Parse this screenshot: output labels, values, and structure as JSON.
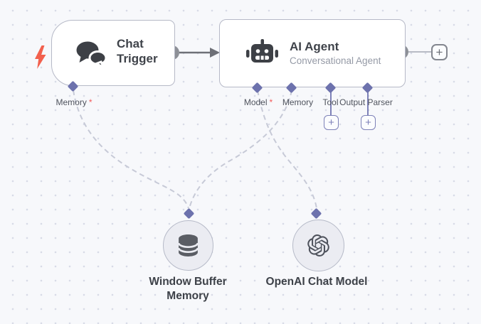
{
  "nodes": {
    "chat_trigger": {
      "title": "Chat Trigger"
    },
    "ai_agent": {
      "title": "AI Agent",
      "subtitle": "Conversational Agent"
    },
    "window_buffer_memory": {
      "title": "Window Buffer Memory"
    },
    "openai_chat_model": {
      "title": "OpenAI Chat Model"
    }
  },
  "ports": {
    "chat_trigger_memory": {
      "label": "Memory",
      "required_mark": "*"
    },
    "agent_model": {
      "label": "Model",
      "required_mark": "*"
    },
    "agent_memory": {
      "label": "Memory",
      "required_mark": ""
    },
    "agent_tool": {
      "label": "Tool",
      "required_mark": ""
    },
    "agent_output_parser": {
      "label": "Output Parser",
      "required_mark": ""
    }
  },
  "buttons": {
    "add_next_node": "+",
    "add_tool": "+",
    "add_output_parser": "+"
  },
  "icons": {
    "trigger": "lightning-bolt",
    "chat_trigger": "chat-bubbles",
    "ai_agent": "robot",
    "window_buffer_memory": "database-cylinder",
    "openai_chat_model": "openai-logo"
  },
  "colors": {
    "canvas_bg": "#f7f8fb",
    "grid_dot": "#d8dbe7",
    "node_border": "#b6b9c7",
    "port_accent": "#6d72ad",
    "purple_line": "#7d81b8",
    "required_red": "#f45959",
    "trigger_bolt_red": "#f2604d",
    "connector_gray": "#8d9097",
    "arrow_dark_gray": "#6e7077",
    "dashed_wire": "#c7cad7",
    "circle_node_fill": "#ebecf2"
  }
}
